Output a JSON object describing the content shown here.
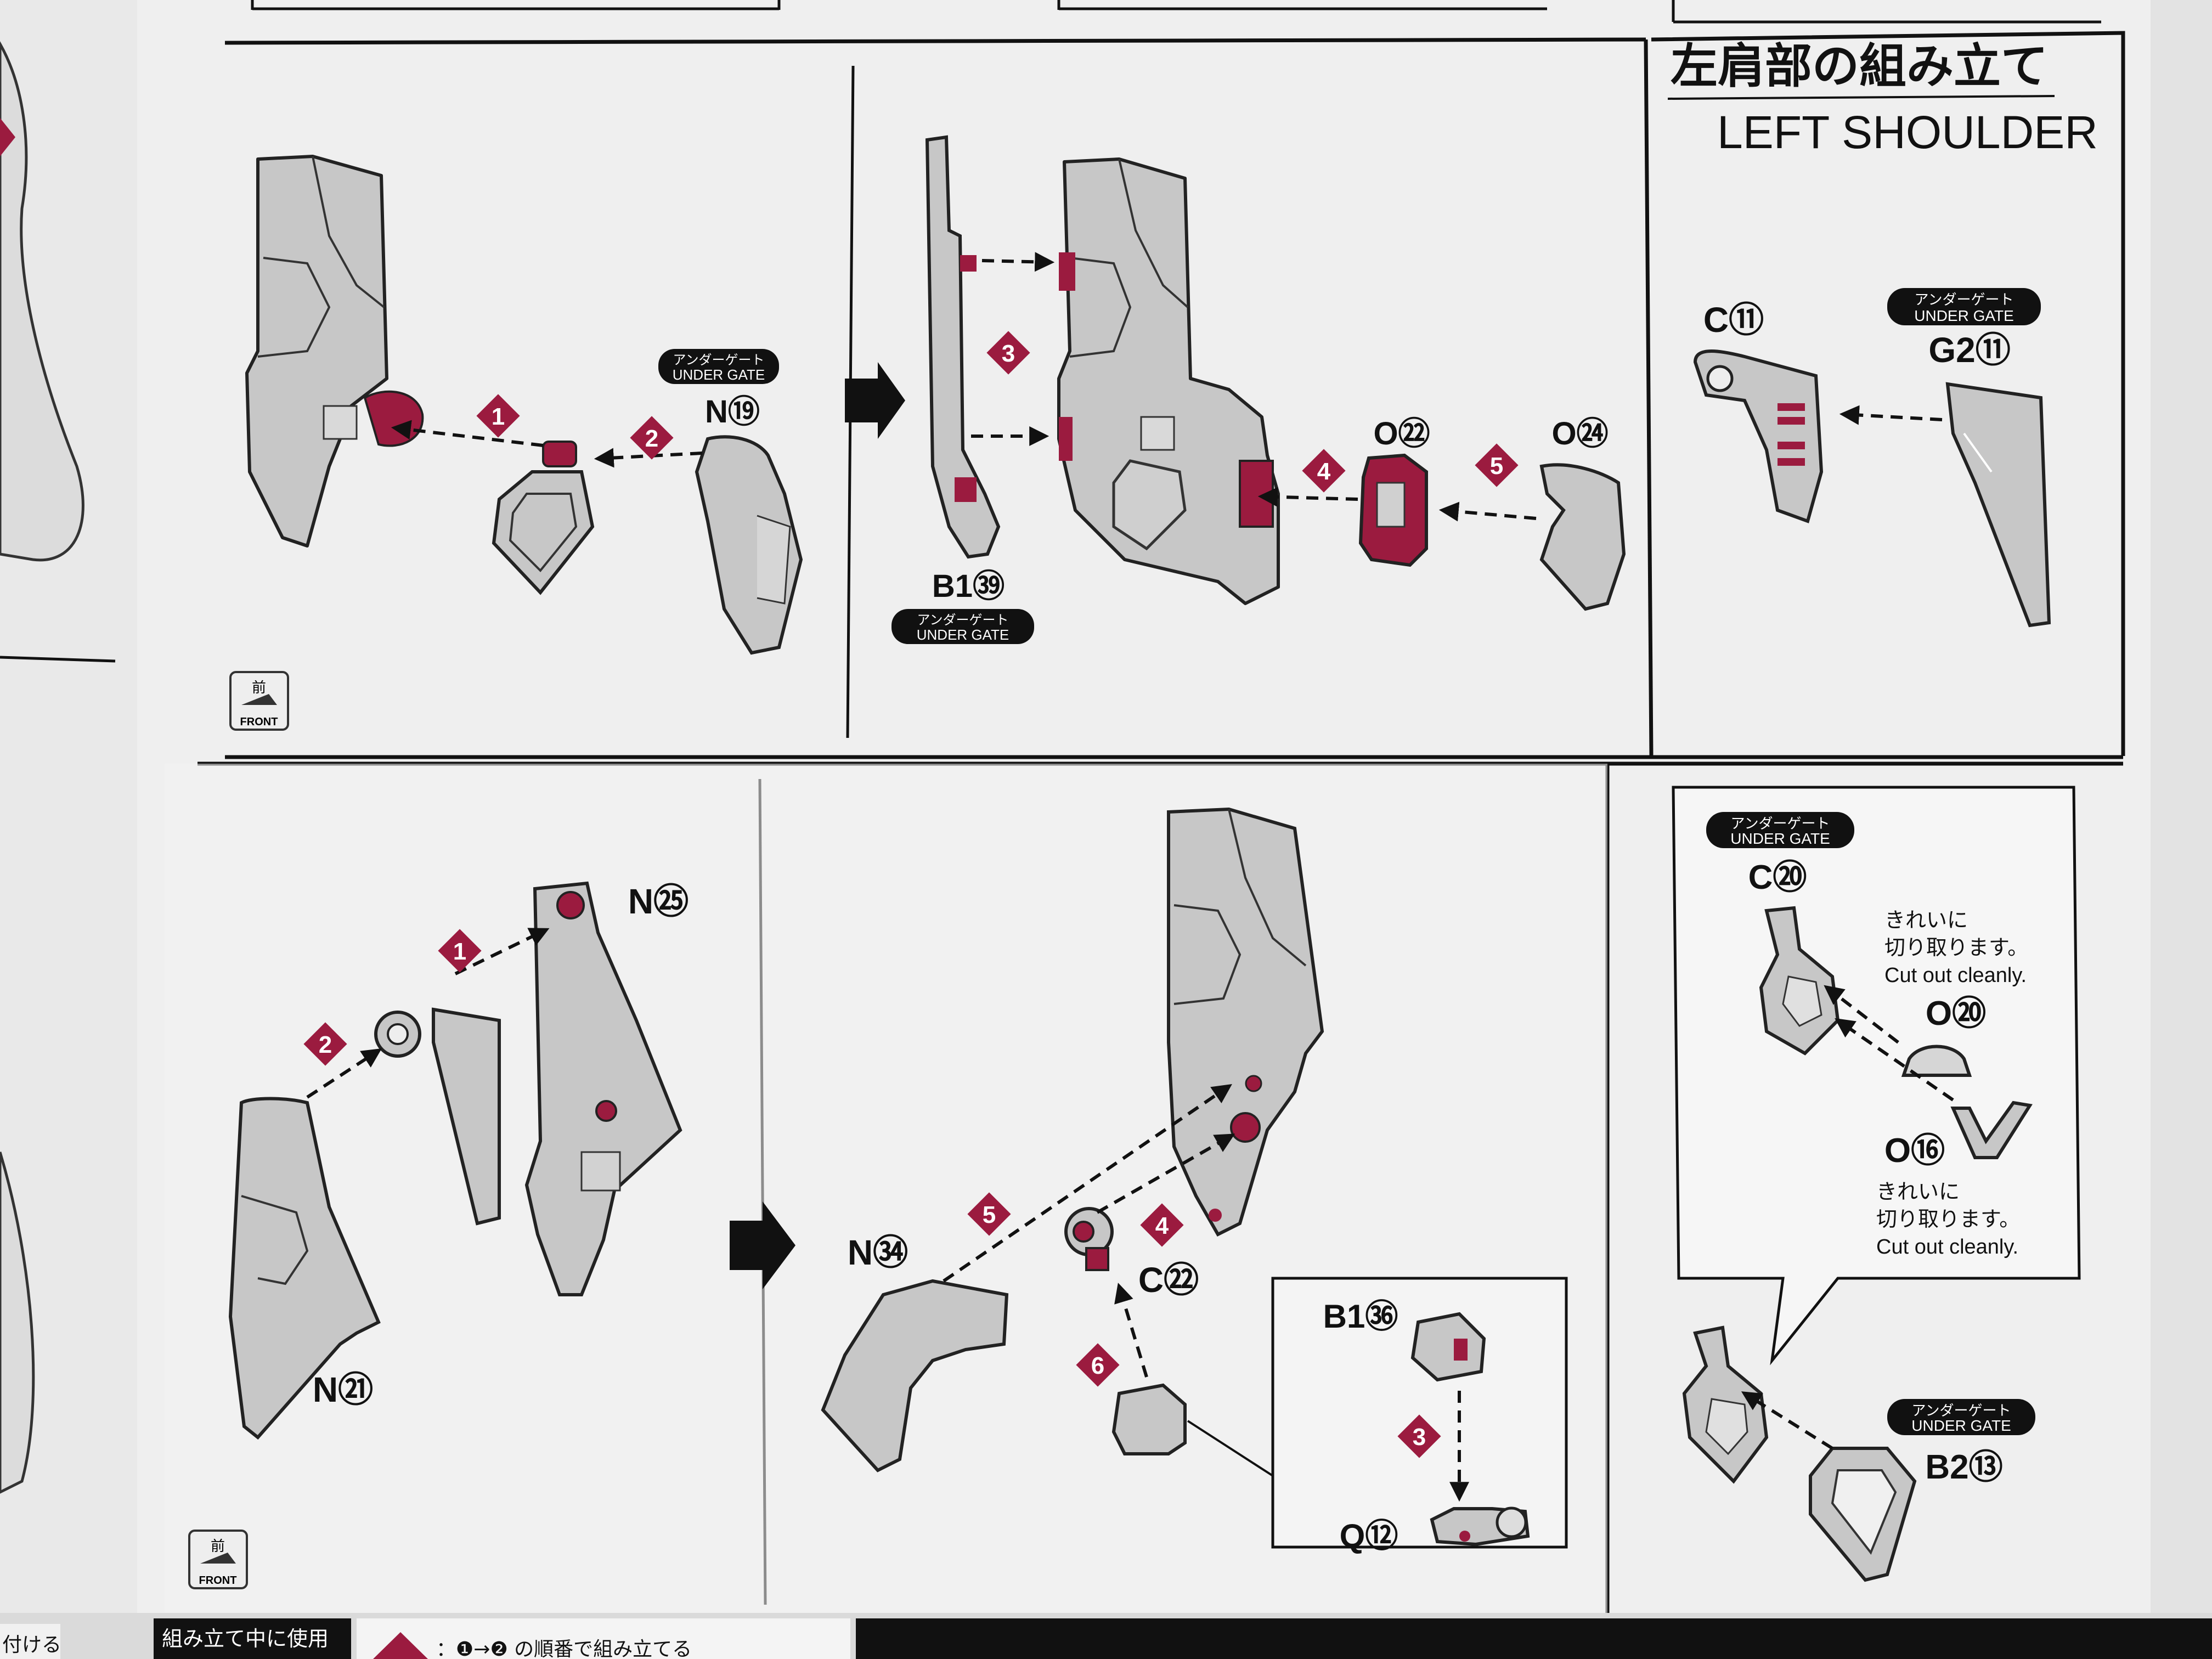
{
  "title": {
    "jp": "左肩部の組み立て",
    "en": "LEFT SHOULDER"
  },
  "under_gate": {
    "jp": "アンダーゲート",
    "en": "UNDER GATE"
  },
  "front_icon": {
    "jp": "前",
    "en": "FRONT"
  },
  "cut_note": {
    "jp_1": "きれいに",
    "jp_2": "切り取ります。",
    "en": "Cut out cleanly."
  },
  "part_labels": {
    "n19": "N⑲",
    "b1_39": "B1㊴",
    "o22": "O㉒",
    "o24": "O㉔",
    "c11": "C⑪",
    "g2_11": "G2⑪",
    "n25": "N㉕",
    "n21": "N㉑",
    "n34": "N㉞",
    "c22": "C㉒",
    "b1_36": "B1㊱",
    "q12": "Q⑫",
    "c20": "C⑳",
    "o20": "O⑳",
    "o16": "O⑯",
    "b2_13": "B2⑬"
  },
  "steps": {
    "s1": "1",
    "s2": "2",
    "s3": "3",
    "s4": "4",
    "s5": "5",
    "s6": "6"
  },
  "footer": {
    "left_fragment": "付ける",
    "used_label": "組み立て中に使用",
    "order_text": "：❶→❷ の順番で組み立てる"
  },
  "colors": {
    "accent": "#9b1b3f",
    "part_gray": "#c9c9c9",
    "line": "#1a1a1a",
    "page": "#f1f1f1"
  }
}
